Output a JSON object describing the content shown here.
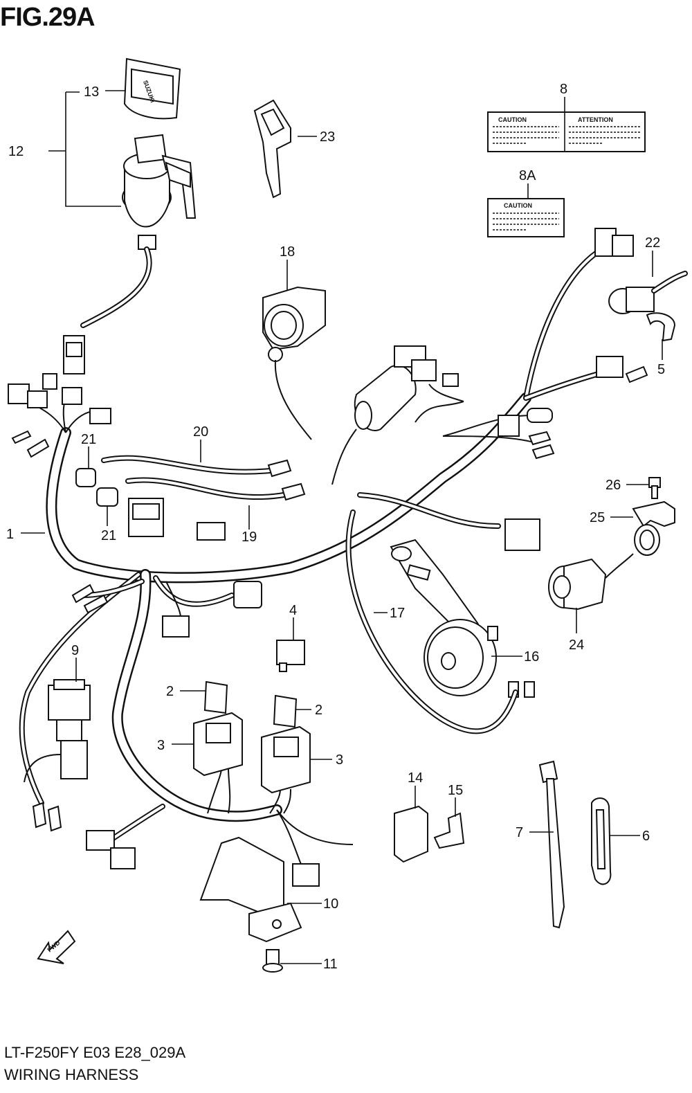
{
  "figure": {
    "title": "FIG.29A",
    "code": "LT-F250FY E03 E28_029A",
    "name": "WIRING HARNESS"
  },
  "labels": {
    "caution_8": "CAUTION",
    "attention_8": "ATTENTION",
    "caution_8a": "CAUTION",
    "key_brand": "SUZUKI",
    "fwd": "FWD"
  },
  "callouts": {
    "c1": "1",
    "c2a": "2",
    "c2b": "2",
    "c3a": "3",
    "c3b": "3",
    "c4": "4",
    "c5": "5",
    "c6": "6",
    "c7": "7",
    "c8": "8",
    "c8a": "8A",
    "c9": "9",
    "c10": "10",
    "c11": "11",
    "c12": "12",
    "c13": "13",
    "c14": "14",
    "c15": "15",
    "c16": "16",
    "c17": "17",
    "c18": "18",
    "c19": "19",
    "c20": "20",
    "c21a": "21",
    "c21b": "21",
    "c22": "22",
    "c23": "23",
    "c24": "24",
    "c25": "25",
    "c26": "26"
  }
}
